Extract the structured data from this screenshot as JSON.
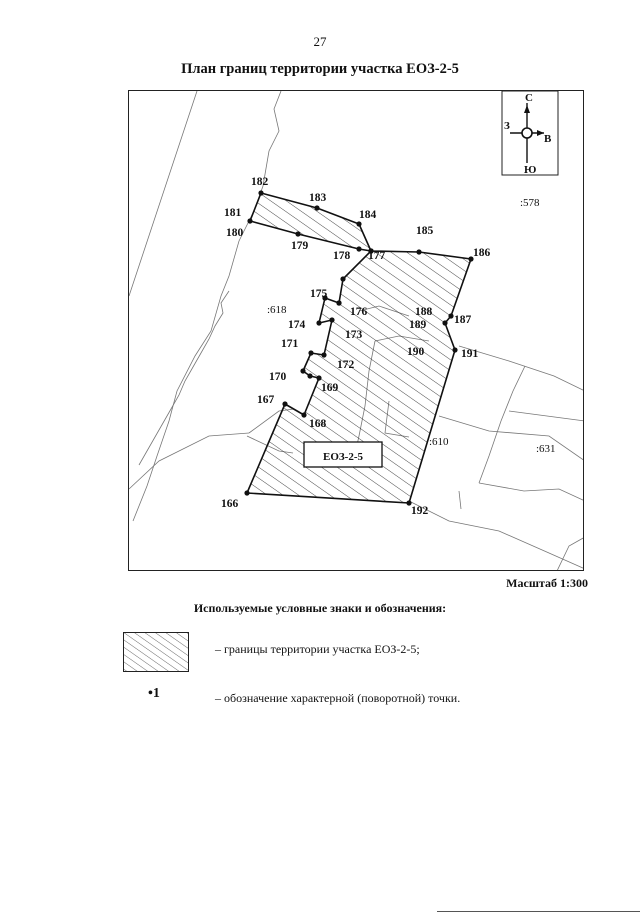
{
  "page_number": "27",
  "title": "План границ территории участка ЕОЗ-2-5",
  "map": {
    "compass": {
      "north": "С",
      "south": "Ю",
      "west": "З",
      "east": "В"
    },
    "plot_label": "ЕОЗ-2-5",
    "parcel_labels": [
      ":578",
      ":618",
      ":610",
      ":631"
    ],
    "points": [
      "182",
      "183",
      "184",
      "185",
      "186",
      "181",
      "180",
      "179",
      "178",
      "177",
      "175",
      "176",
      "174",
      "173",
      "188",
      "189",
      "187",
      "171",
      "172",
      "190",
      "191",
      "170",
      "169",
      "167",
      "168",
      "166",
      "192"
    ]
  },
  "scale": "Масштаб 1:300",
  "legend": {
    "title": "Используемые условные знаки и обозначения:",
    "hatch_text": "– границы территории участка ЕОЗ-2-5;",
    "point_symbol": "•1",
    "point_text": "– обозначение характерной (поворотной) точки."
  }
}
